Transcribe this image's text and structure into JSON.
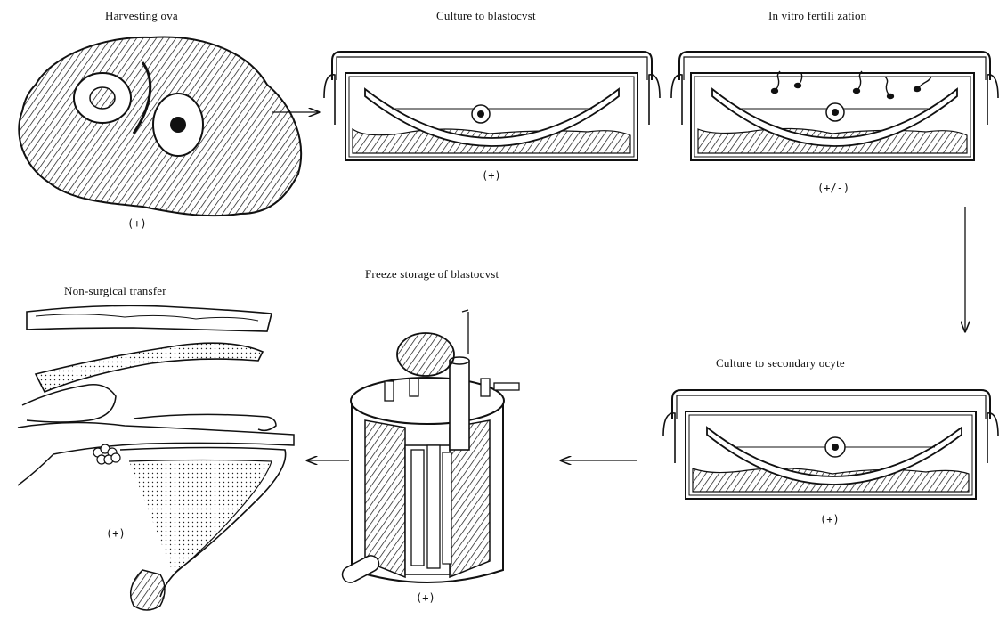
{
  "steps": [
    {
      "id": "harvest",
      "title": "Harvesting ova",
      "result": "(+)"
    },
    {
      "id": "culture-blastocyst",
      "title": "Culture to blastocvst",
      "result": "(+)"
    },
    {
      "id": "ivf",
      "title": "In vitro fertili zation",
      "result": "(+/-)"
    },
    {
      "id": "culture-oocyte",
      "title": "Culture to secondary ocyte",
      "result": "(+)"
    },
    {
      "id": "freeze",
      "title": "Freeze storage of blastocvst",
      "result": "(+)"
    },
    {
      "id": "transfer",
      "title": "Non-surgical transfer",
      "result": "(+)"
    }
  ]
}
